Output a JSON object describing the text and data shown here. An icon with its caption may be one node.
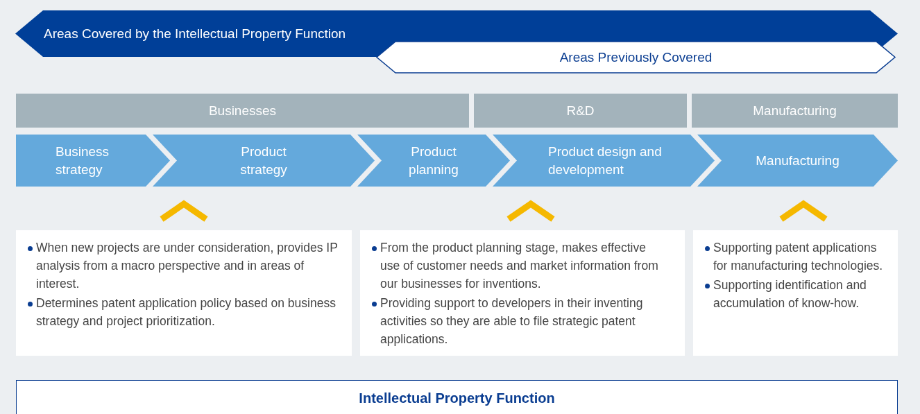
{
  "diagram": {
    "nodes": [
      {
        "text": [
          "Areas Covered by the Intellectual Property Function"
        ]
      },
      {
        "text": [
          "Areas Previously Covered"
        ]
      },
      {
        "text": [
          "Businesses"
        ]
      },
      {
        "text": [
          "R&D"
        ]
      },
      {
        "text": [
          "Manufacturing"
        ]
      },
      {
        "text": [
          "Business strategy"
        ]
      },
      {
        "text": [
          "Product strategy"
        ]
      },
      {
        "text": [
          "Product planning"
        ]
      },
      {
        "text": [
          "Product design and development"
        ]
      },
      {
        "text": [
          "Manufacturing"
        ]
      },
      {
        "text": [
          "When new projects are under consideration, provides IP analysis from a macro perspective and in areas of interest.",
          "Determines patent application policy based on business strategy and project prioritization."
        ]
      },
      {
        "text": [
          "From the product planning stage, makes effective use of customer needs and market information from our businesses for inventions.",
          "Providing support to developers in their inventing activities so they are able to file strategic patent applications."
        ]
      },
      {
        "text": [
          "Supporting patent applications for manufacturing technologies.",
          "Supporting identification and accumulation of know-how."
        ]
      },
      {
        "text": [
          "Intellectual Property Function"
        ]
      }
    ],
    "edges": [
      {
        "from": 10,
        "to": null,
        "arrow": "to"
      },
      {
        "from": 11,
        "to": null,
        "arrow": "to"
      },
      {
        "from": 12,
        "to": null,
        "arrow": "to"
      }
    ]
  }
}
